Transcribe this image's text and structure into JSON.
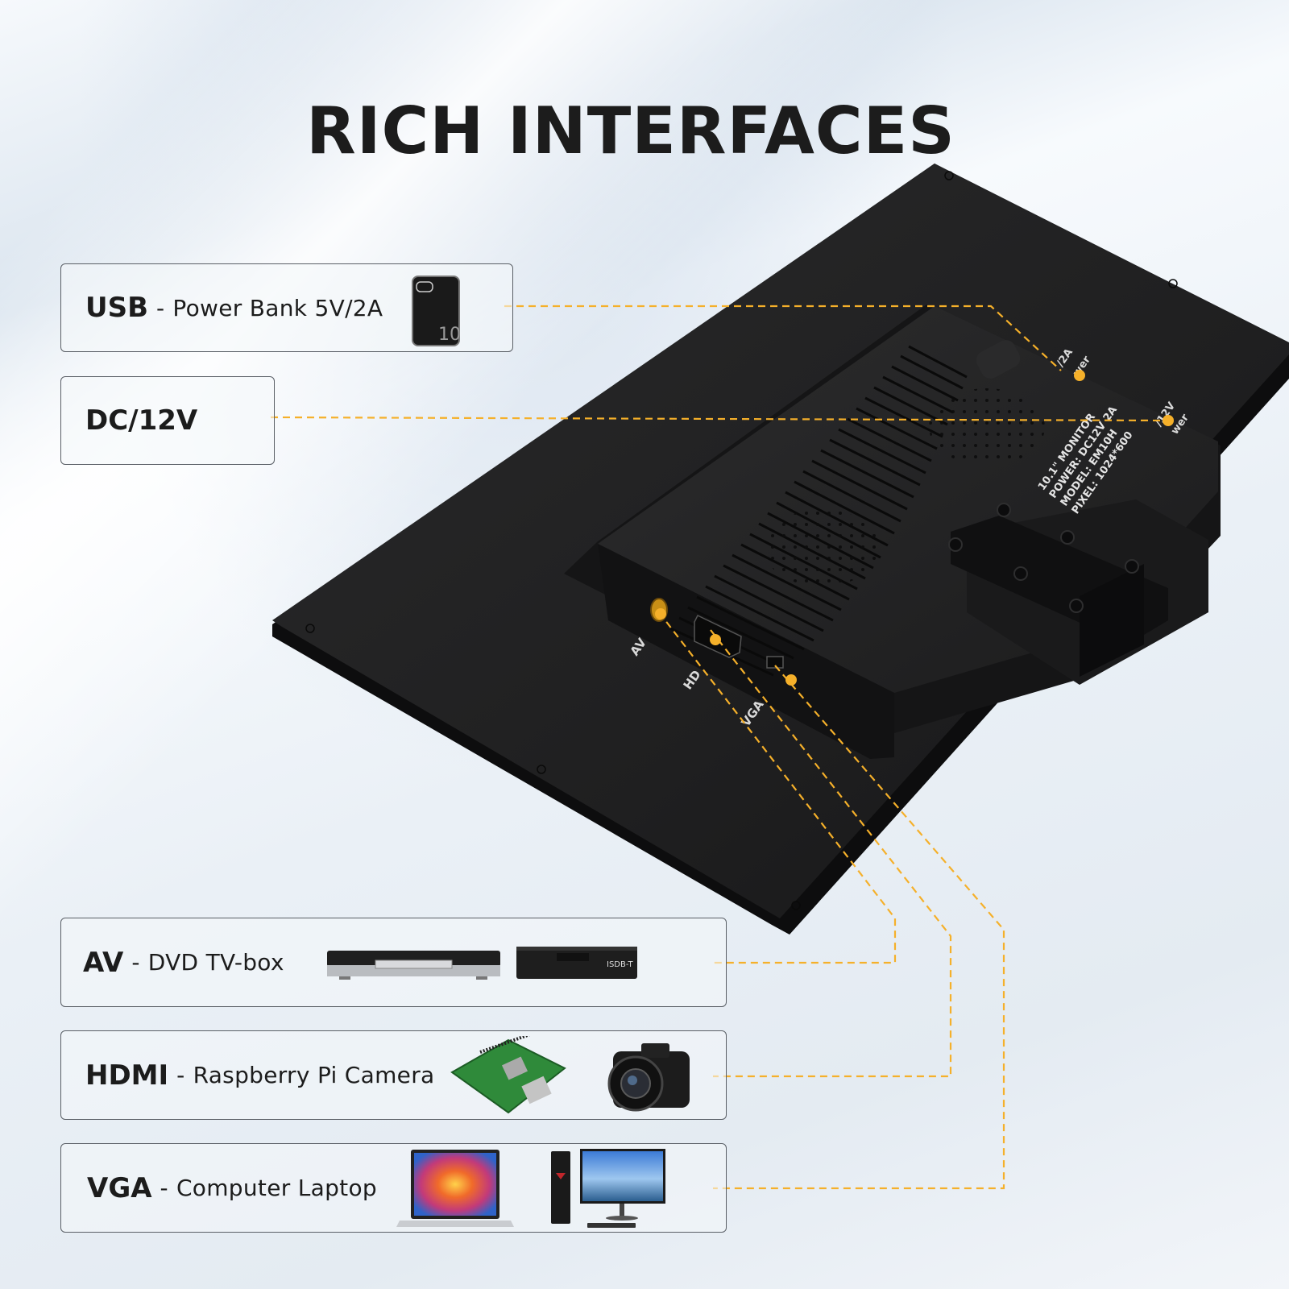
{
  "page": {
    "title": "RICH INTERFACES"
  },
  "accent_color": "#f5b02a",
  "cards": {
    "usb": {
      "port": "USB",
      "separator": "-",
      "description": "Power Bank 5V/2A",
      "devices": [
        "power-bank"
      ]
    },
    "dc": {
      "port": "DC/12V",
      "separator": "",
      "description": "",
      "devices": []
    },
    "av": {
      "port": "AV",
      "separator": "-",
      "description": "DVD TV-box",
      "devices": [
        "dvd-player",
        "tv-box"
      ]
    },
    "hdmi": {
      "port": "HDMI",
      "separator": "-",
      "description": "Raspberry Pi  Camera",
      "devices": [
        "raspberry-pi",
        "camera"
      ]
    },
    "vga": {
      "port": "VGA",
      "separator": "-",
      "description": "Computer Laptop",
      "devices": [
        "laptop",
        "desktop-computer"
      ]
    }
  },
  "device": {
    "port_labels": {
      "av": "AV",
      "hd": "HD",
      "vga": "VGA",
      "usb_partial": "/2A",
      "usb_partial2": "wer",
      "dc_partial": "/12V",
      "dc_partial2": "wer"
    },
    "spec_label": {
      "line1": "10.1\" MONITOR",
      "line2": "POWER: DC12V 2A",
      "line3": "MODEL: EM10H",
      "line4": "PIXEL: 1024*600"
    },
    "thumb_texts": {
      "power_bank_capacity": "10",
      "tv_box_brand": "ISDB-T"
    }
  }
}
